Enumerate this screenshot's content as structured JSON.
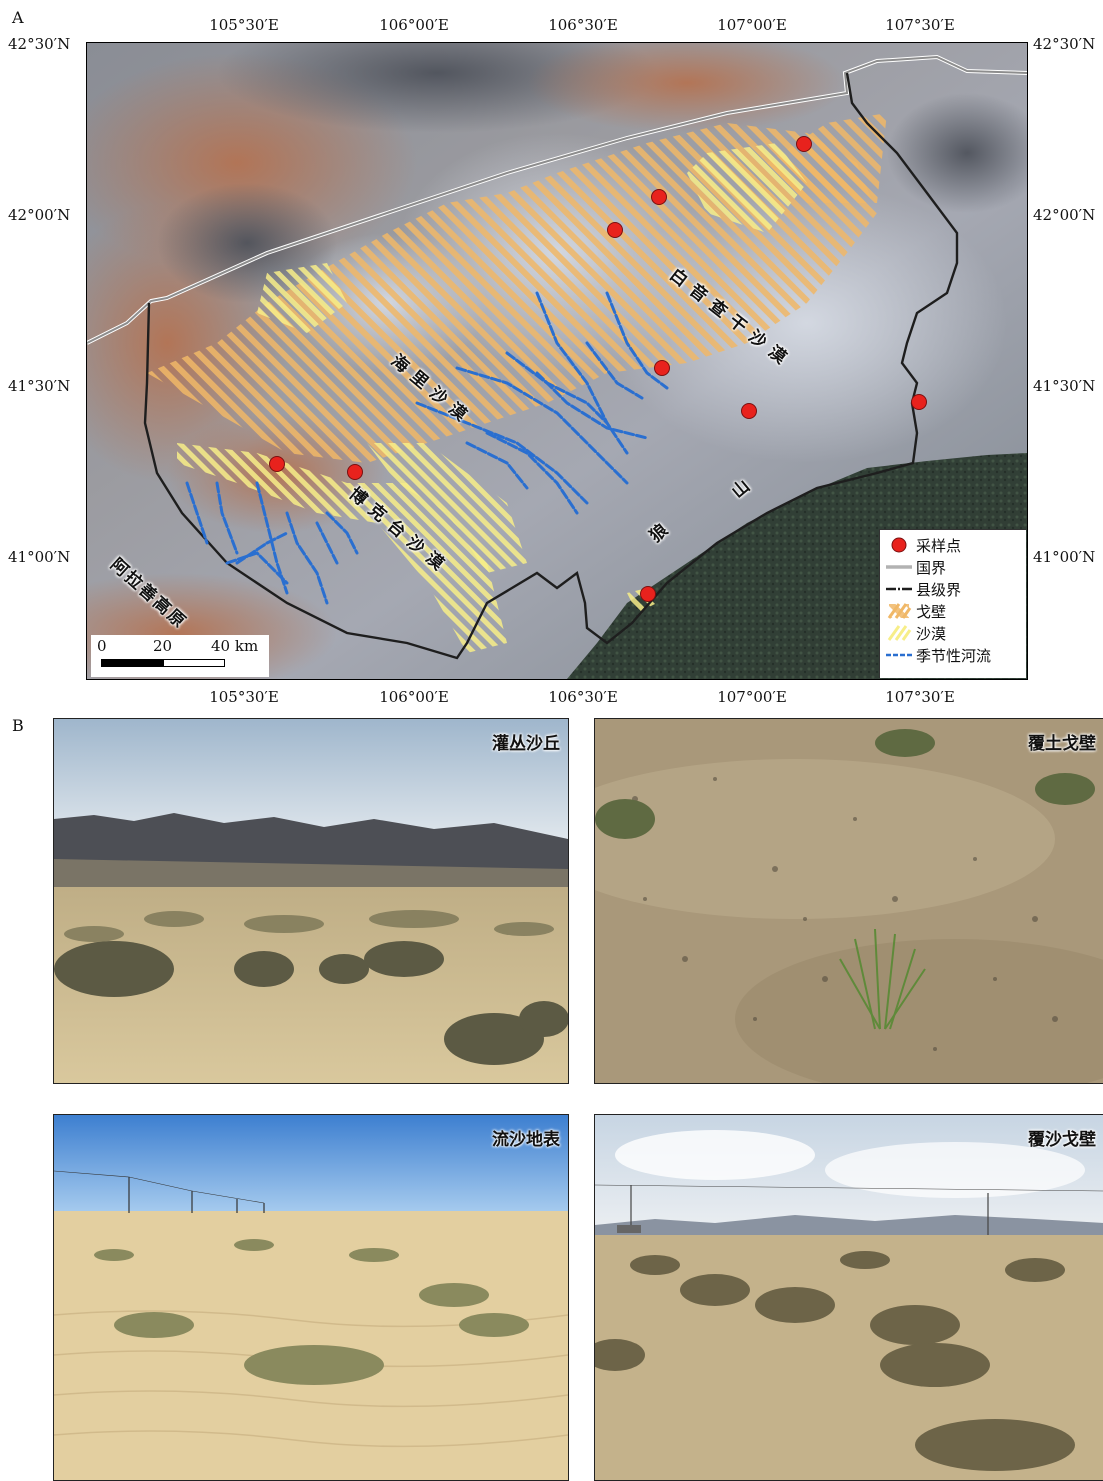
{
  "panel_a_label": "A",
  "panel_b_label": "B",
  "lon_ticks": [
    "105°30′E",
    "106°00′E",
    "106°30′E",
    "107°00′E",
    "107°30′E"
  ],
  "lat_ticks": [
    "42°30′N",
    "42°00′N",
    "41°30′N",
    "41°00′N"
  ],
  "place_names": {
    "baiyin": "白音查干沙漠",
    "haili": "海里沙漠",
    "boketai": "博克台沙漠",
    "alashan": "阿拉善高原",
    "shan": "山",
    "lang": "狼"
  },
  "legend": {
    "sampling_points": "采样点",
    "national_border": "国界",
    "county_border": "县级界",
    "gobi": "戈壁",
    "desert": "沙漠",
    "seasonal_river": "季节性河流"
  },
  "scale_bar": {
    "zero": "0",
    "mid": "20",
    "end": "40 km"
  },
  "photos": {
    "shrub_dune": "灌丛沙丘",
    "soil_gobi": "覆土戈壁",
    "sand_surface": "流沙地表",
    "sand_gobi": "覆沙戈壁"
  },
  "colors": {
    "gobi": "#f0b868",
    "desert": "#f7ee88",
    "river": "#2a6fd0",
    "sample": "#e8221d",
    "national_border": "#9a9a9a",
    "county_border": "#222222"
  }
}
